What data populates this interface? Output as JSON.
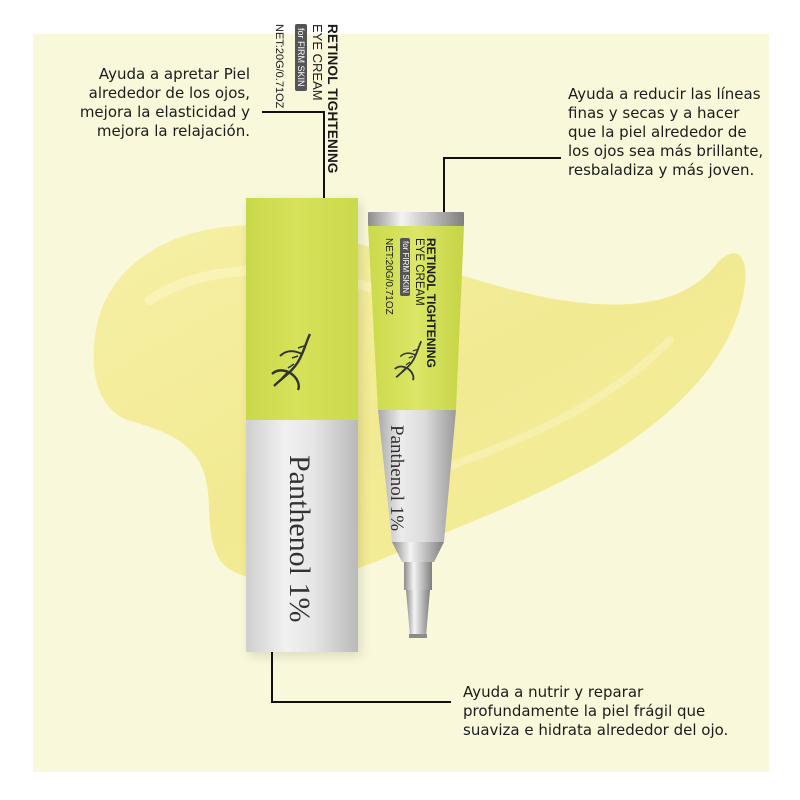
{
  "callouts": {
    "top_left": "Ayuda a apretar Piel alrededor de los ojos, mejora la elasticidad y mejora la relajación.",
    "top_right": "Ayuda a reducir las líneas finas y secas y a hacer que la piel alrededor de los ojos sea más brillante, resbaladiza y más joven.",
    "bottom_right": "Ayuda a nutrir y reparar profundamente la piel frágil que suaviza e hidrata alrededor del ojo."
  },
  "box": {
    "title": "RETINOL TIGHTENING",
    "subtitle": "EYE CREAM",
    "tag": "for FIRM SKIN",
    "net": "NET:20G/0.71OZ",
    "panthenol": "Panthenol 1%"
  },
  "tube": {
    "title": "RETINOL TIGHTENING",
    "subtitle": "EYE CREAM",
    "tag": "for FIRM SKIN",
    "net": "NET:20G/0.71OZ",
    "panthenol": "Panthenol 1%"
  },
  "colors": {
    "background": "#f9f8da",
    "cream": "#f3ec9a",
    "label_green": "#d2df55",
    "silver": "#d8d8d8"
  }
}
